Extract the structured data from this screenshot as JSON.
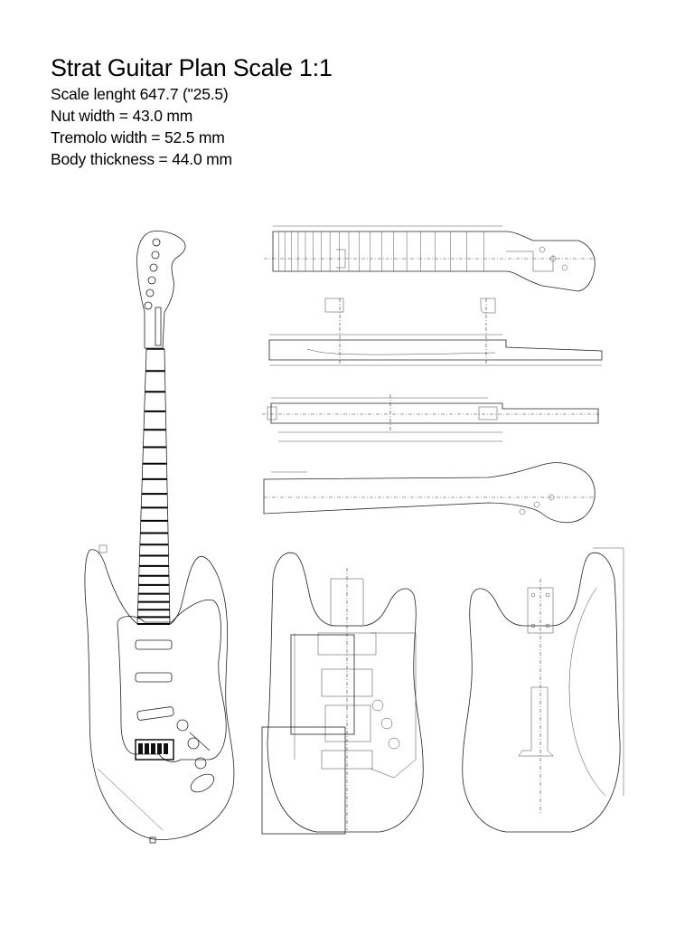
{
  "header": {
    "title": "Strat Guitar Plan Scale 1:1",
    "specs": [
      "Scale lenght 647.7 (\"25.5)",
      "Nut width = 43.0 mm",
      "Tremolo width = 52.5 mm",
      "Body thickness = 44.0 mm"
    ]
  }
}
